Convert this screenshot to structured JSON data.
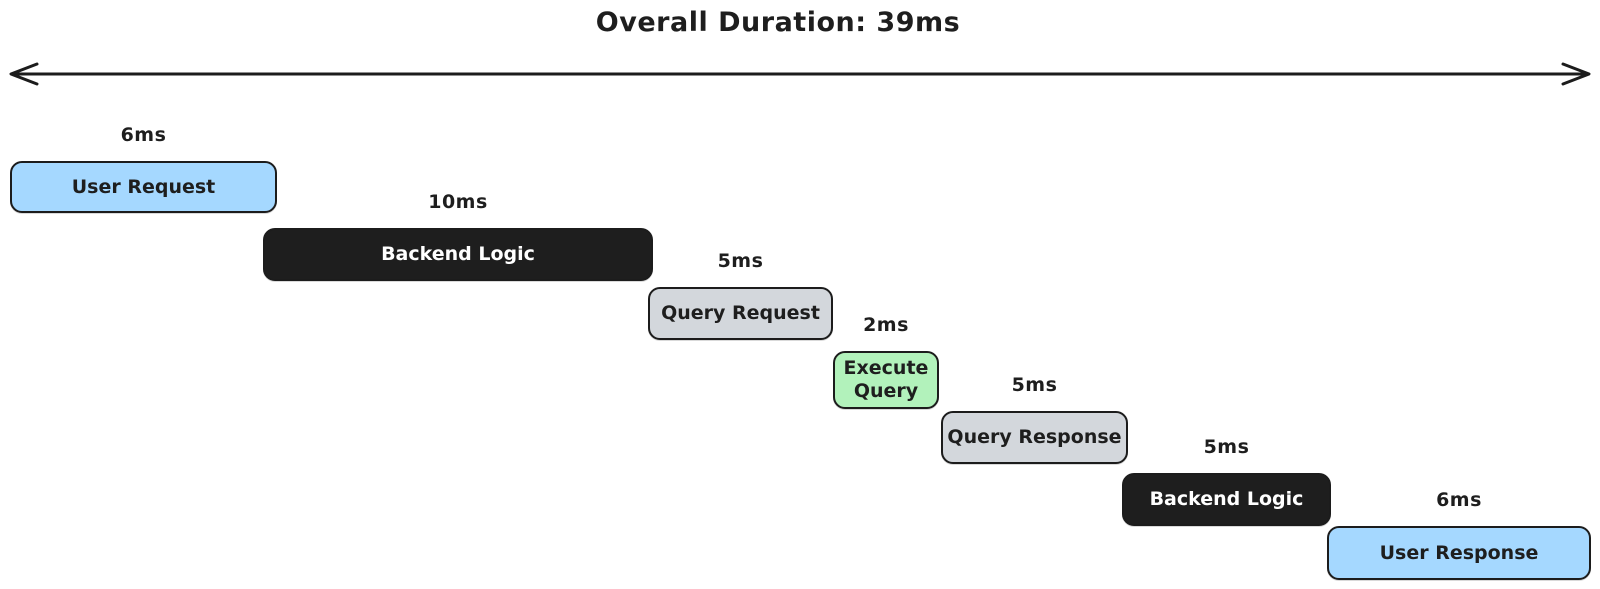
{
  "title": "Overall Duration: 39ms",
  "overall_duration_ms": 39,
  "palette": {
    "blue": "#a5d8ff",
    "dark": "#1e1e1e",
    "gray": "#d3d7dc",
    "green": "#b2f2bb",
    "stroke": "#1c1c1c",
    "background": "#ffffff",
    "text": "#1e1e1e",
    "text_on_dark": "#ffffff"
  },
  "arrow": {
    "name": "overall-duration-span",
    "direction": "double-headed"
  },
  "tasks": [
    {
      "label": "User Request",
      "duration_label": "6ms",
      "duration_ms": 6,
      "fill": "blue"
    },
    {
      "label": "Backend Logic",
      "duration_label": "10ms",
      "duration_ms": 10,
      "fill": "dark"
    },
    {
      "label": "Query Request",
      "duration_label": "5ms",
      "duration_ms": 5,
      "fill": "gray"
    },
    {
      "label": "Execute\nQuery",
      "duration_label": "2ms",
      "duration_ms": 2,
      "fill": "green"
    },
    {
      "label": "Query Response",
      "duration_label": "5ms",
      "duration_ms": 5,
      "fill": "gray"
    },
    {
      "label": "Backend Logic",
      "duration_label": "5ms",
      "duration_ms": 5,
      "fill": "dark"
    },
    {
      "label": "User Response",
      "duration_label": "6ms",
      "duration_ms": 6,
      "fill": "blue"
    }
  ]
}
